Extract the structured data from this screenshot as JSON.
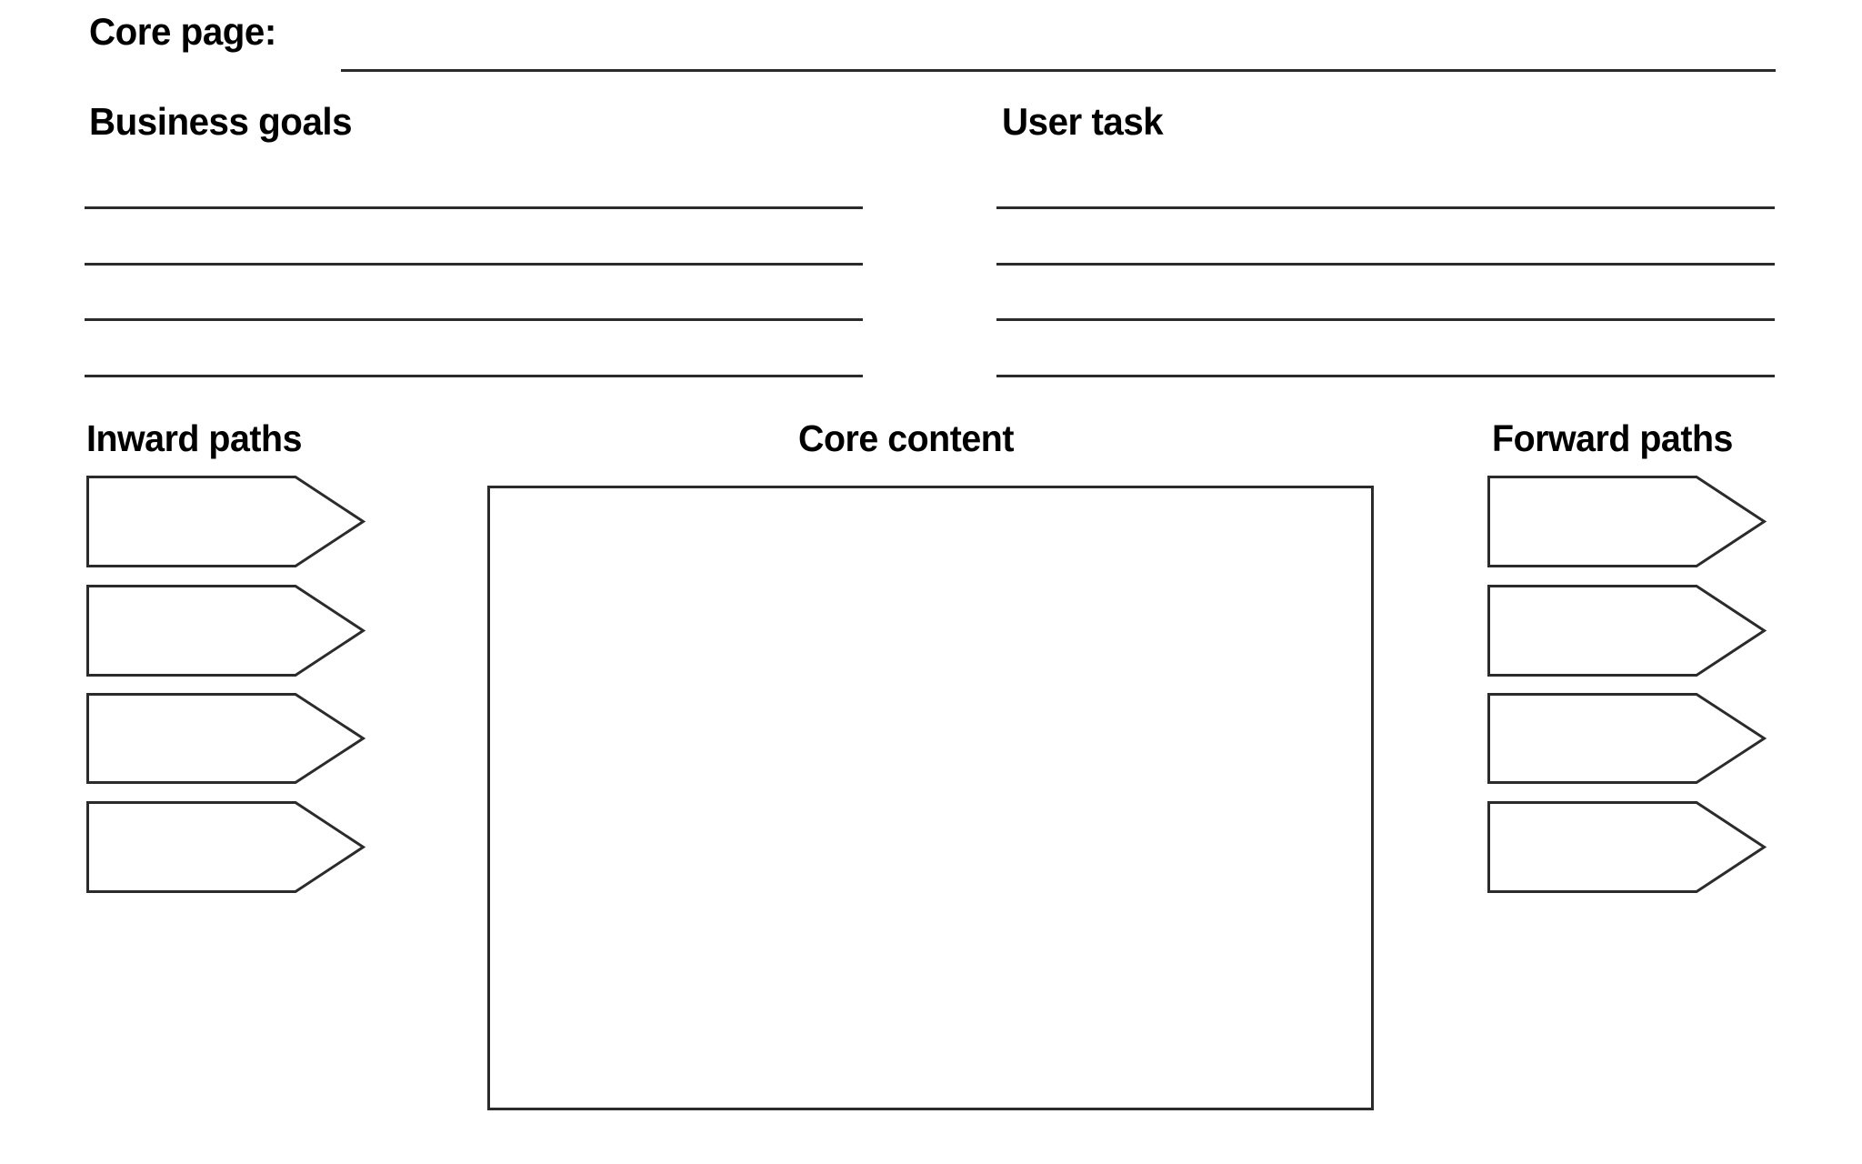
{
  "document": {
    "type": "worksheet-template",
    "title_field": {
      "label": "Core page:",
      "value": "",
      "placeholder": ""
    },
    "sections": {
      "business_goals": {
        "label": "Business goals",
        "line_count": 4,
        "lines": [
          "",
          "",
          "",
          ""
        ]
      },
      "user_task": {
        "label": "User task",
        "line_count": 4,
        "lines": [
          "",
          "",
          "",
          ""
        ]
      },
      "inward_paths": {
        "label": "Inward paths",
        "shape": "chevron-arrow-right",
        "item_count": 4,
        "items": [
          "",
          "",
          "",
          ""
        ]
      },
      "core_content": {
        "label": "Core content",
        "shape": "rectangle",
        "value": ""
      },
      "forward_paths": {
        "label": "Forward paths",
        "shape": "chevron-arrow-right",
        "item_count": 4,
        "items": [
          "",
          "",
          "",
          ""
        ]
      }
    },
    "colors": {
      "background": "#ffffff",
      "ink": "#000000",
      "stroke": "#2b2b2b"
    }
  }
}
